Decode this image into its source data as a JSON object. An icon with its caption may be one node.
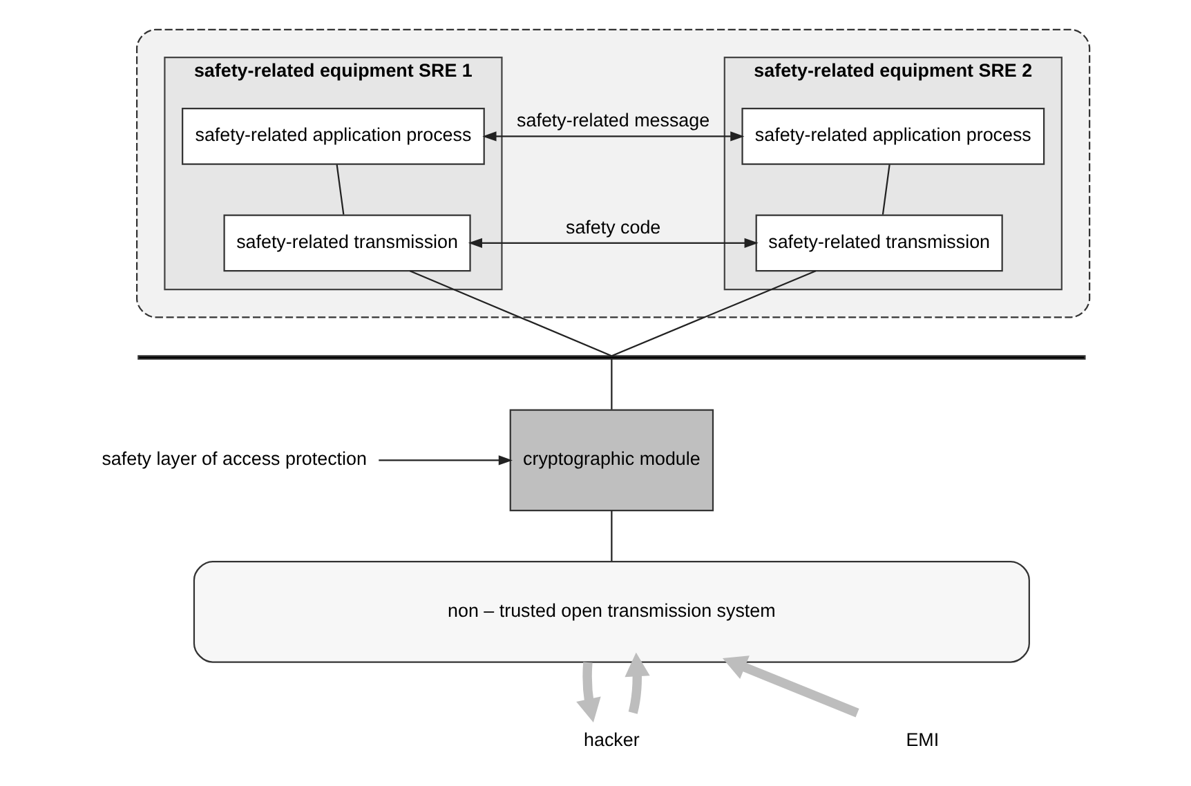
{
  "diagram": {
    "nodes": [
      {
        "text": [],
        "shape": "box"
      },
      {
        "text": [
          "safety-related equipment SRE 1"
        ],
        "in": 0
      },
      {
        "text": [
          "safety-related application process"
        ],
        "in": 1
      },
      {
        "text": [
          "safety-related transmission"
        ],
        "in": 1
      },
      {
        "text": [
          "safety-related equipment SRE 2"
        ],
        "in": 0
      },
      {
        "text": [
          "safety-related application process"
        ],
        "in": 4
      },
      {
        "text": [
          "safety-related transmission"
        ],
        "in": 4
      },
      {
        "text": [],
        "shape": "bar"
      },
      {
        "text": [
          "cryptographic module"
        ]
      },
      {
        "text": [
          "safety layer of access protection"
        ]
      },
      {
        "text": [
          "non – trusted open transmission system"
        ]
      },
      {
        "text": [
          "hacker"
        ]
      },
      {
        "text": [
          "EMI"
        ]
      }
    ],
    "edges": [
      {
        "from": 2,
        "to": 5,
        "arrow": "both",
        "label": "safety-related message"
      },
      {
        "from": 2,
        "to": 3,
        "arrow": "none"
      },
      {
        "from": 5,
        "to": 6,
        "arrow": "none"
      },
      {
        "from": 3,
        "to": 6,
        "arrow": "both",
        "label": "safety code"
      },
      {
        "from": 3,
        "to": 7,
        "arrow": "none"
      },
      {
        "from": 6,
        "to": 7,
        "arrow": "none"
      },
      {
        "from": 7,
        "to": 8,
        "arrow": "none"
      },
      {
        "from": 9,
        "to": 8,
        "arrow": "to"
      },
      {
        "from": 8,
        "to": 10,
        "arrow": "none"
      },
      {
        "from": 11,
        "to": 10,
        "arrow": "to",
        "style": "thick",
        "color": "#bdbdbd"
      },
      {
        "from": 10,
        "to": 11,
        "arrow": "to",
        "style": "thick",
        "color": "#bdbdbd"
      },
      {
        "from": 12,
        "to": 10,
        "arrow": "to",
        "style": "thick",
        "color": "#bdbdbd"
      }
    ]
  }
}
